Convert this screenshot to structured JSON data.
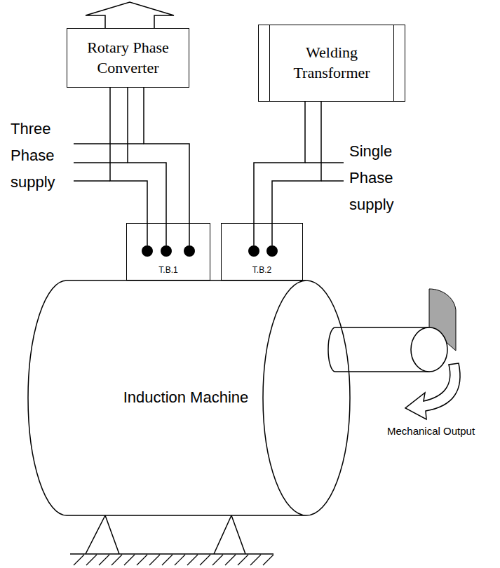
{
  "diagram": {
    "nodes": [
      {
        "text": [
          "Rotary Phase Converter"
        ]
      },
      {
        "text": [
          "Welding Transformer"
        ]
      },
      {
        "text": [
          "T.B.1"
        ]
      },
      {
        "text": [
          "T.B.2"
        ]
      },
      {
        "text": [
          "Induction Machine"
        ]
      }
    ],
    "edges": [
      {
        "from": 0,
        "to": 2,
        "arrow": "none"
      },
      {
        "from": 1,
        "to": 3,
        "arrow": "none"
      }
    ],
    "labels": [
      "Three Phase supply",
      "Single Phase supply",
      "Mechanical Output"
    ]
  }
}
